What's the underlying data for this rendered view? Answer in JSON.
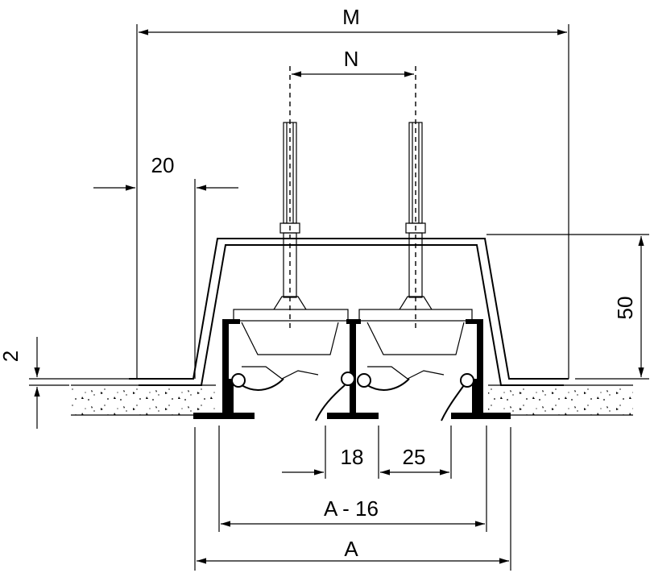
{
  "dimensions": {
    "m": "M",
    "n": "N",
    "flange_width": "20",
    "height": "50",
    "gap": "2",
    "inner_gap": "18",
    "blade_pitch": "25",
    "inner_width": "A - 16",
    "outer_width": "A"
  }
}
